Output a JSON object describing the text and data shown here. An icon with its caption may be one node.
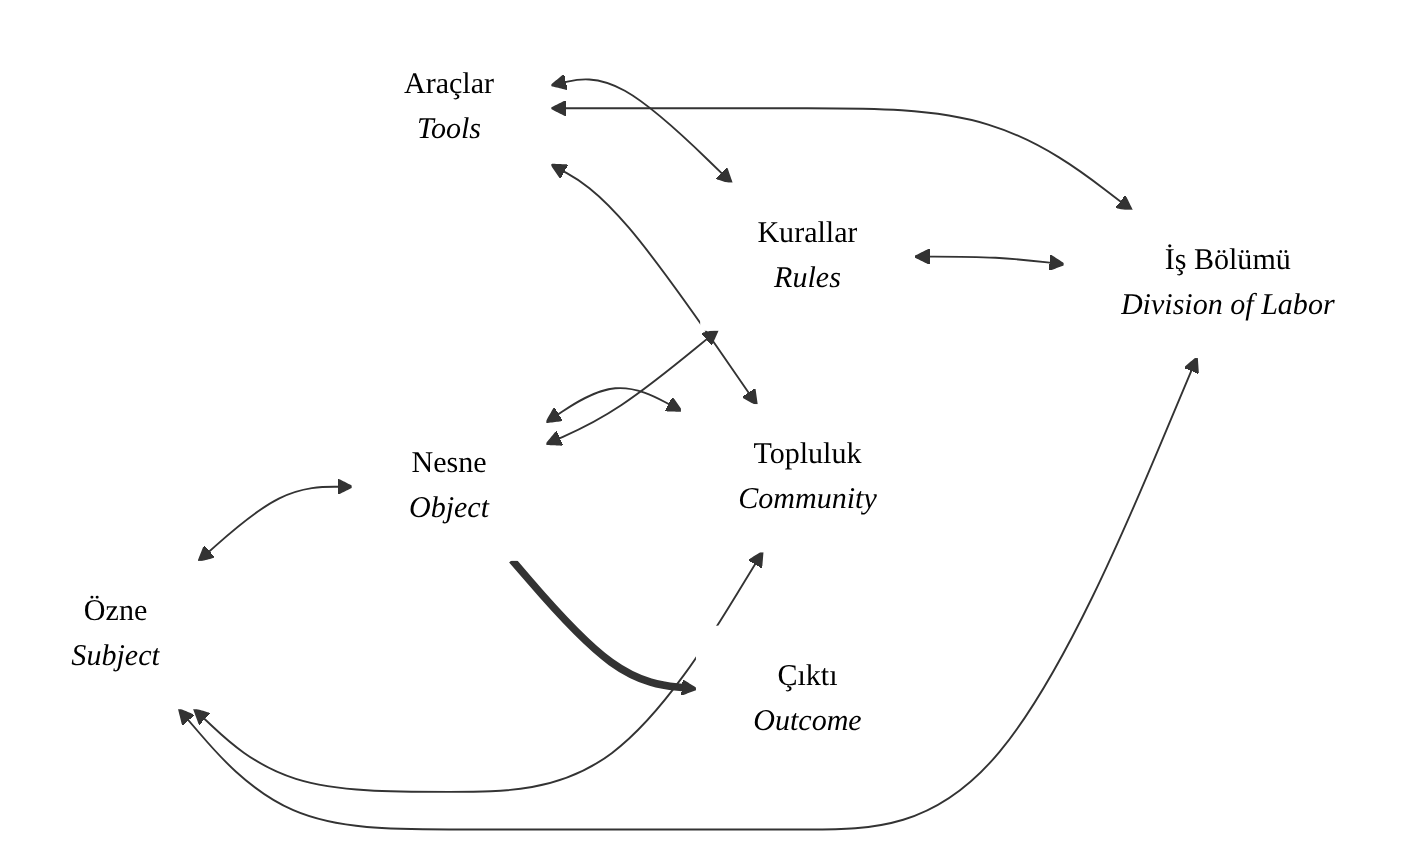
{
  "diagram": {
    "nodes": [
      {
        "text": [
          "Araçlar",
          "Tools"
        ]
      },
      {
        "text": [
          "Özne",
          "Subject"
        ]
      },
      {
        "text": [
          "Nesne",
          "Object"
        ]
      },
      {
        "text": [
          "Kurallar",
          "Rules"
        ]
      },
      {
        "text": [
          "Topluluk",
          "Community"
        ]
      },
      {
        "text": [
          "İş Bölümü",
          "Division of Labor"
        ]
      },
      {
        "text": [
          "Çıktı",
          "Outcome"
        ]
      }
    ],
    "edges": [
      {
        "from": 0,
        "to": 3,
        "arrow": "both"
      },
      {
        "from": 0,
        "to": 5,
        "arrow": "both"
      },
      {
        "from": 0,
        "to": 4,
        "arrow": "both"
      },
      {
        "from": 1,
        "to": 2,
        "arrow": "both"
      },
      {
        "from": 1,
        "to": 4,
        "arrow": "both"
      },
      {
        "from": 2,
        "to": 4,
        "arrow": "both"
      },
      {
        "from": 1,
        "to": 5,
        "arrow": "both"
      },
      {
        "from": 2,
        "to": 3,
        "arrow": "both"
      },
      {
        "from": 3,
        "to": 5,
        "arrow": "both"
      },
      {
        "from": 2,
        "to": 6,
        "arrow": "to",
        "style": "thick"
      }
    ]
  }
}
